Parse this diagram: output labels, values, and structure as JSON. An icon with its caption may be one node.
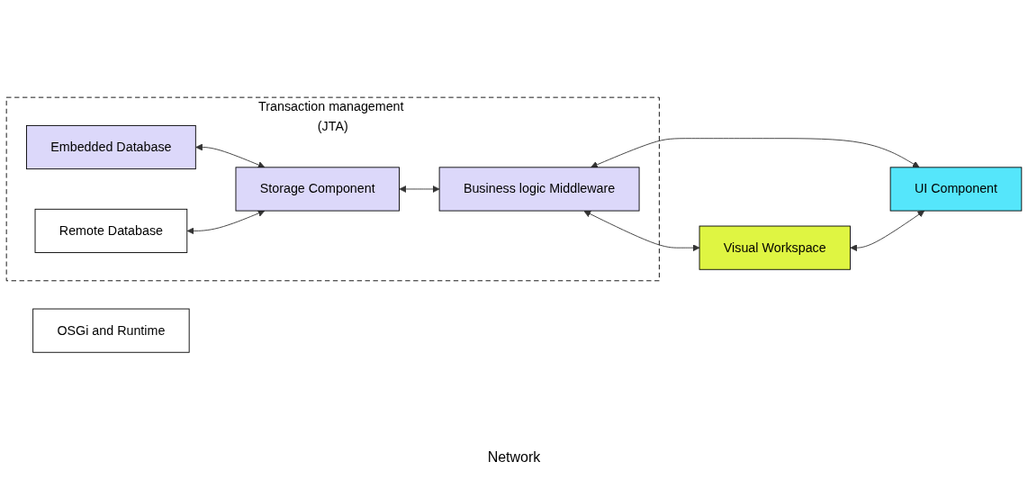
{
  "diagram": {
    "nodes": [
      {
        "text": [
          "Transaction management (JTA)"
        ]
      },
      {
        "text": [
          "Embedded Database"
        ],
        "in": 0
      },
      {
        "text": [
          "Remote Database"
        ],
        "in": 0
      },
      {
        "text": [
          "Storage Component"
        ],
        "in": 0
      },
      {
        "text": [
          "Business logic Middleware"
        ],
        "in": 0
      },
      {
        "text": [
          "Visual Workspace"
        ]
      },
      {
        "text": [
          "UI Component"
        ]
      },
      {
        "text": [
          "OSGi and Runtime"
        ]
      }
    ],
    "edges": [
      {
        "from": 1,
        "to": 3,
        "arrow": "both"
      },
      {
        "from": 2,
        "to": 3,
        "arrow": "both"
      },
      {
        "from": 3,
        "to": 4,
        "arrow": "both"
      },
      {
        "from": 4,
        "to": 5,
        "arrow": "both"
      },
      {
        "from": 4,
        "to": 6,
        "arrow": "both"
      },
      {
        "from": 5,
        "to": 6,
        "arrow": "both"
      }
    ],
    "labels": [
      "Network"
    ]
  }
}
